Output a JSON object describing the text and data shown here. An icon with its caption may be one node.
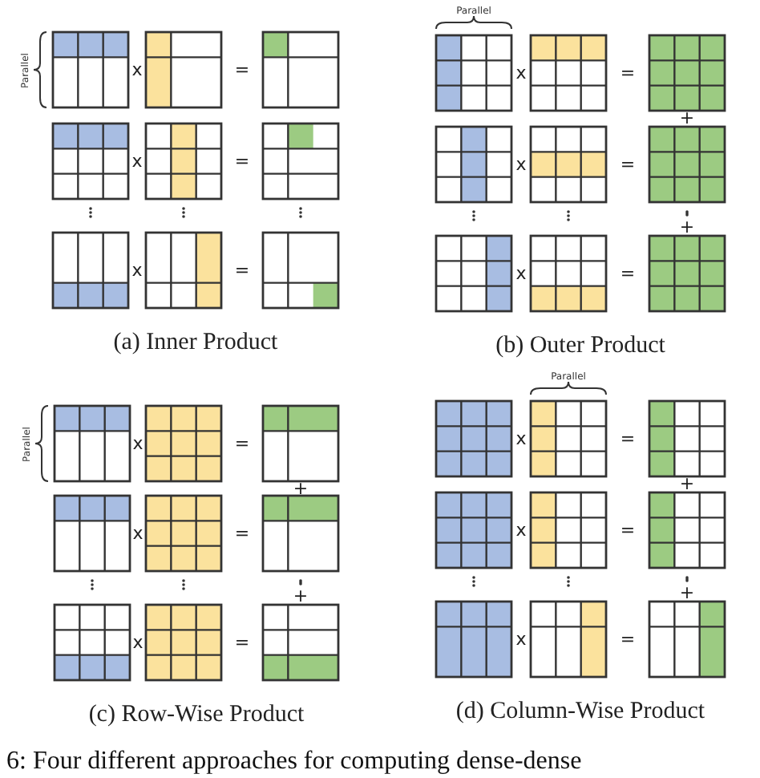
{
  "diagram": {
    "caption": "6: Four different approaches for computing dense-dense",
    "labels": [
      "Parallel",
      "x",
      "=",
      "x",
      "=",
      "x",
      "=",
      "(a) Inner Product",
      "Parallel",
      "x",
      "=",
      "+",
      "x",
      "=",
      "+",
      "x",
      "=",
      "(b) Outer Product",
      "Parallel",
      "x",
      "=",
      "+",
      "x",
      "=",
      "+",
      "x",
      "=",
      "(c) Row-Wise Product",
      "Parallel",
      "x",
      "=",
      "+",
      "x",
      "=",
      "+",
      "x",
      "=",
      "(d) Column-Wise Product"
    ]
  }
}
